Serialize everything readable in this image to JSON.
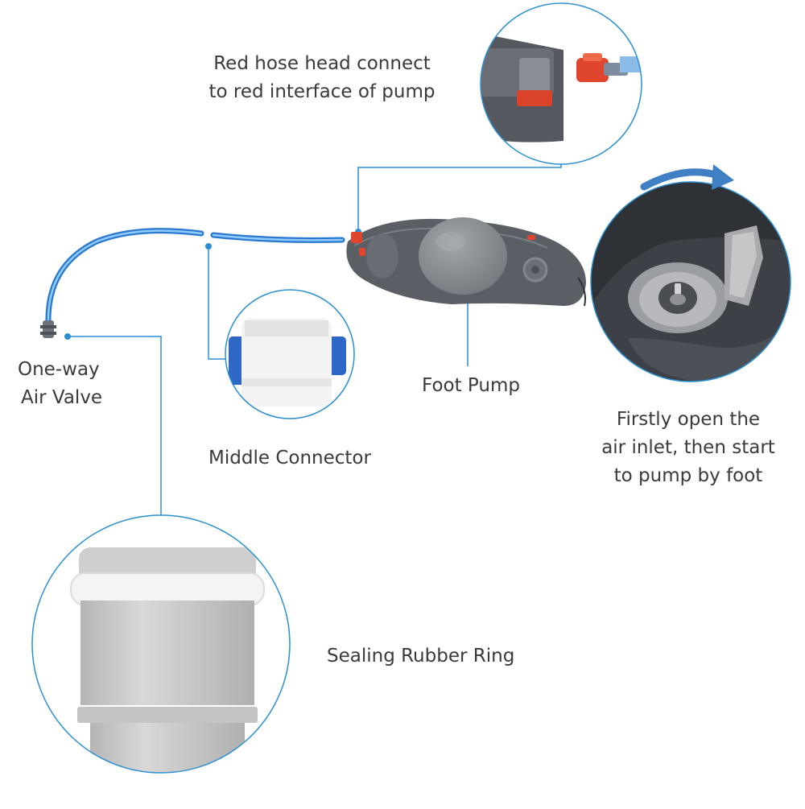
{
  "labels": {
    "red_hose": {
      "line1": "Red hose head connect",
      "line2": "to red interface of pump"
    },
    "one_way_valve": {
      "line1": "One-way",
      "line2": "Air Valve"
    },
    "middle_connector": "Middle Connector",
    "foot_pump": "Foot Pump",
    "air_inlet": {
      "line1": "Firstly open the",
      "line2": "air inlet, then start",
      "line3": "to pump by foot"
    },
    "sealing_ring": "Sealing Rubber Ring"
  },
  "colors": {
    "callout_line": "#2b8fd1",
    "hose": "#3a8fe0",
    "pump_body": "#5a5f66",
    "pump_dome": "#8c8f94",
    "red_accent": "#e0452e",
    "arrow": "#3f7fc4",
    "white_part": "#f2f2f2",
    "grey_part": "#c8c8c8"
  },
  "icons": [
    "curved-arrow-icon"
  ]
}
